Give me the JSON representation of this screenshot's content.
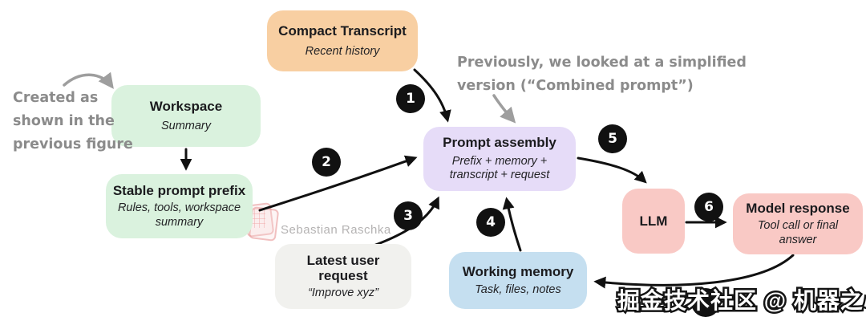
{
  "boxes": {
    "compact_transcript": {
      "title": "Compact Transcript",
      "subtitle": "Recent history"
    },
    "workspace": {
      "title": "Workspace",
      "subtitle": "Summary"
    },
    "stable_prompt_prefix": {
      "title": "Stable prompt prefix",
      "subtitle": "Rules, tools, workspace summary"
    },
    "prompt_assembly": {
      "title": "Prompt assembly",
      "subtitle": "Prefix + memory + transcript + request"
    },
    "llm": {
      "title": "LLM"
    },
    "model_response": {
      "title": "Model response",
      "subtitle": "Tool call or final answer"
    },
    "latest_user_request": {
      "title": "Latest user request",
      "subtitle": "“Improve xyz”"
    },
    "working_memory": {
      "title": "Working memory",
      "subtitle": "Task, files, notes"
    }
  },
  "annotations": {
    "created_as_lines": [
      "Created as",
      "shown in the",
      "previous figure"
    ],
    "previously_lines": [
      "Previously, we looked at a simplified",
      "version (“Combined prompt”)"
    ]
  },
  "steps": [
    "1",
    "2",
    "3",
    "4",
    "5",
    "6"
  ],
  "watermarks": {
    "author": "Sebastian Raschka",
    "community": "掘金技术社区 @ 机器之心"
  },
  "colors": {
    "transcript_orange": "#f8cfa2",
    "workspace_green": "#daf2de",
    "assembly_purple": "#e6dcf8",
    "llm_pink": "#f9c9c5",
    "memory_blue": "#c5dff0",
    "request_gray": "#f1f1ee",
    "badge_black": "#111111",
    "annotation_gray": "#8b8b8b",
    "arrow_black": "#111111",
    "arrow_gray": "#9e9e9e"
  }
}
